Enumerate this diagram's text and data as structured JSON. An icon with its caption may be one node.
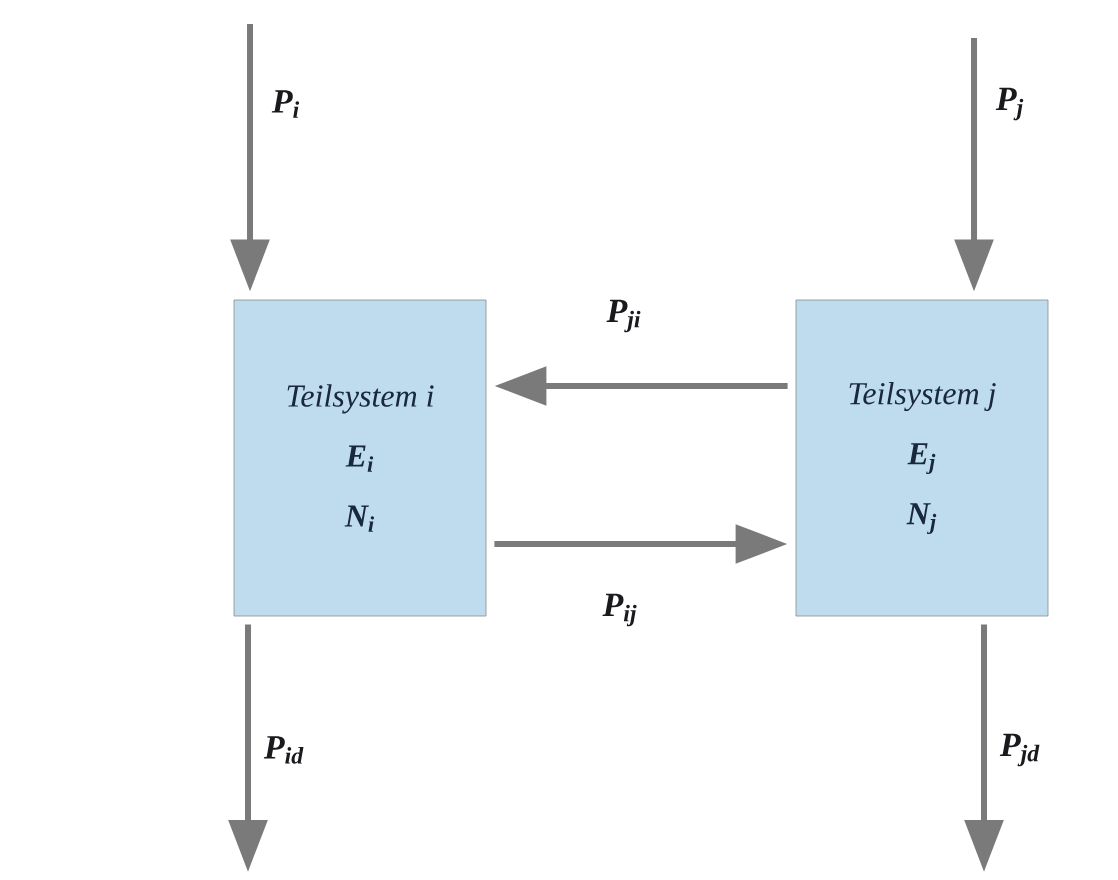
{
  "diagram": {
    "nodes": [
      {
        "text": [
          "Teilsystem i",
          "E$_{i}$",
          "N$_{i}$"
        ]
      },
      {
        "text": [
          "Teilsystem j",
          "E$_{j}$",
          "N$_{j}$"
        ]
      }
    ],
    "edges": [
      {
        "from": null,
        "to": 0,
        "arrow": "to",
        "label": "P$_{i}$"
      },
      {
        "from": null,
        "to": 1,
        "arrow": "to",
        "label": "P$_{j}$"
      },
      {
        "from": 1,
        "to": 0,
        "arrow": "to",
        "label": "P$_{ji}$"
      },
      {
        "from": 0,
        "to": 1,
        "arrow": "to",
        "label": "P$_{ij}$"
      },
      {
        "from": 0,
        "to": null,
        "arrow": "to",
        "label": "P$_{id}$"
      },
      {
        "from": 1,
        "to": null,
        "arrow": "to",
        "label": "P$_{jd}$"
      }
    ]
  }
}
